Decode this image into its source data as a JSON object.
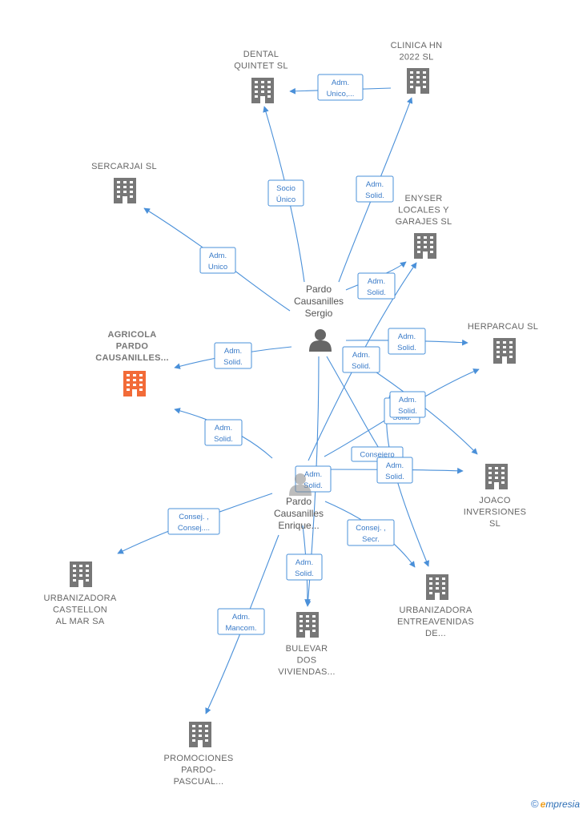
{
  "colors": {
    "edge": "#4a90d9",
    "building": "#777777",
    "building_main": "#f26b38",
    "person": "#666666"
  },
  "nodes": {
    "dental_quintet": {
      "lines": [
        "DENTAL",
        "QUINTET  SL"
      ]
    },
    "clinica_hn": {
      "lines": [
        "CLINICA HN",
        "2022  SL"
      ]
    },
    "sercarjai": {
      "lines": [
        "SERCARJAI  SL"
      ]
    },
    "enyser": {
      "lines": [
        "ENYSER",
        "LOCALES Y",
        "GARAJES  SL"
      ]
    },
    "agricola": {
      "lines": [
        "AGRICOLA",
        "PARDO",
        "CAUSANILLES..."
      ]
    },
    "herparcau": {
      "lines": [
        "HERPARCAU SL"
      ]
    },
    "joaco": {
      "lines": [
        "JOACO",
        "INVERSIONES",
        "SL"
      ]
    },
    "urbanizadora_castellon": {
      "lines": [
        "URBANIZADORA",
        "CASTELLON",
        "AL MAR SA"
      ]
    },
    "urbanizadora_entre": {
      "lines": [
        "URBANIZADORA",
        "ENTREAVENIDAS",
        "DE..."
      ]
    },
    "bulevar": {
      "lines": [
        "BULEVAR",
        "DOS",
        "VIVIENDAS..."
      ]
    },
    "promociones": {
      "lines": [
        "PROMOCIONES",
        "PARDO-",
        "PASCUAL..."
      ]
    },
    "sergio": {
      "lines": [
        "Pardo",
        "Causanilles",
        "Sergio"
      ]
    },
    "enrique": {
      "lines": [
        "Pardo",
        "Causanilles",
        "Enrique..."
      ]
    }
  },
  "edge_labels": [
    [
      "Adm.",
      "Unico,..."
    ],
    [
      "Socio",
      "Único"
    ],
    [
      "Adm.",
      "Solid."
    ],
    [
      "Adm.",
      "Unico"
    ],
    [
      "Adm.",
      "Solid."
    ],
    [
      "Adm.",
      "Solid."
    ],
    [
      "Adm.",
      "Solid."
    ],
    [
      "Adm.",
      "Solid."
    ],
    [
      "Adm.",
      "Solid."
    ],
    [
      "Adm.",
      "Solid."
    ],
    [
      "Adm.",
      "Solid."
    ],
    [
      "Consejero"
    ],
    [
      "Adm.",
      "Solid."
    ],
    [
      "Adm.",
      "Solid."
    ],
    [
      "Consej. ,",
      "Consej...."
    ],
    [
      "Consej. ,",
      "Secr."
    ],
    [
      "Adm.",
      "Solid."
    ],
    [
      "Adm.",
      "Mancom."
    ]
  ],
  "footer": {
    "copyright": "©",
    "brand_first": "e",
    "brand_rest": "mpresia"
  }
}
